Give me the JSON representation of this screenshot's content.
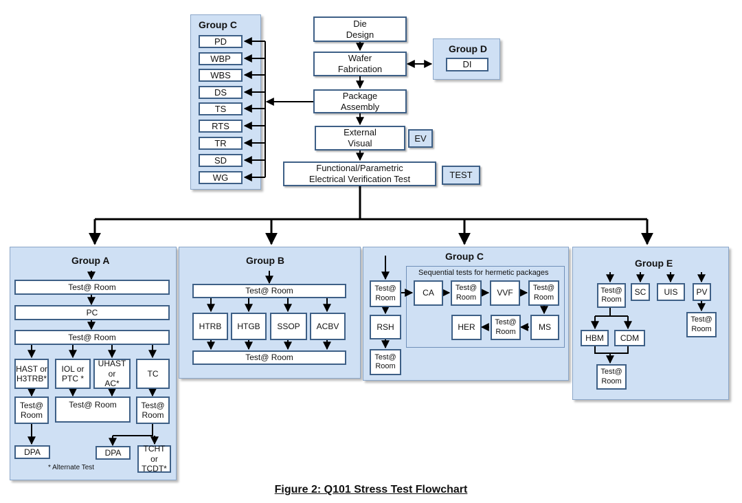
{
  "top": {
    "die_design": "Die\nDesign",
    "wafer_fab": "Wafer\nFabrication",
    "package_assembly": "Package\nAssembly",
    "external_visual": "External\nVisual",
    "ev": "EV",
    "functional_test": "Functional/Parametric\nElectrical Verification Test",
    "test": "TEST"
  },
  "group_c_top": {
    "title": "Group C",
    "items": [
      "PD",
      "WBP",
      "WBS",
      "DS",
      "TS",
      "RTS",
      "TR",
      "SD",
      "WG"
    ]
  },
  "group_d": {
    "title": "Group D",
    "item": "DI"
  },
  "group_a": {
    "title": "Group A",
    "test_room_1": "Test@ Room",
    "pc": "PC",
    "test_room_2": "Test@ Room",
    "hast": "HAST or\nH3TRB*",
    "iol": "IOL or\nPTC *",
    "uhast": "UHAST or\nAC*",
    "tc": "TC",
    "test_room_left": "Test@\nRoom",
    "test_room_mid": "Test@ Room",
    "test_room_tc": "Test@\nRoom",
    "dpa_left": "DPA",
    "dpa_right": "DPA",
    "tcht": "TCHT or\nTCDT*",
    "note": "* Alternate Test"
  },
  "group_b": {
    "title": "Group B",
    "test_room_top": "Test@ Room",
    "tests": [
      "HTRB",
      "HTGB",
      "SSOP",
      "ACBV"
    ],
    "test_room_bottom": "Test@ Room"
  },
  "group_c_bottom": {
    "title": "Group C",
    "seq_label": "Sequential tests for hermetic packages",
    "test_room_left": "Test@\nRoom",
    "rsh": "RSH",
    "test_room_bottom": "Test@\nRoom",
    "ca": "CA",
    "test_room_2": "Test@\nRoom",
    "vvf": "VVF",
    "test_room_3": "Test@\nRoom",
    "ms": "MS",
    "test_room_4": "Test@\nRoom",
    "her": "HER"
  },
  "group_e": {
    "title": "Group E",
    "test_room_1": "Test@\nRoom",
    "sc": "SC",
    "uis": "UIS",
    "pv": "PV",
    "test_room_pv": "Test@\nRoom",
    "hbm": "HBM",
    "cdm": "CDM",
    "test_room_bottom": "Test@\nRoom"
  },
  "caption": "Figure 2:  Q101 Stress Test Flowchart"
}
